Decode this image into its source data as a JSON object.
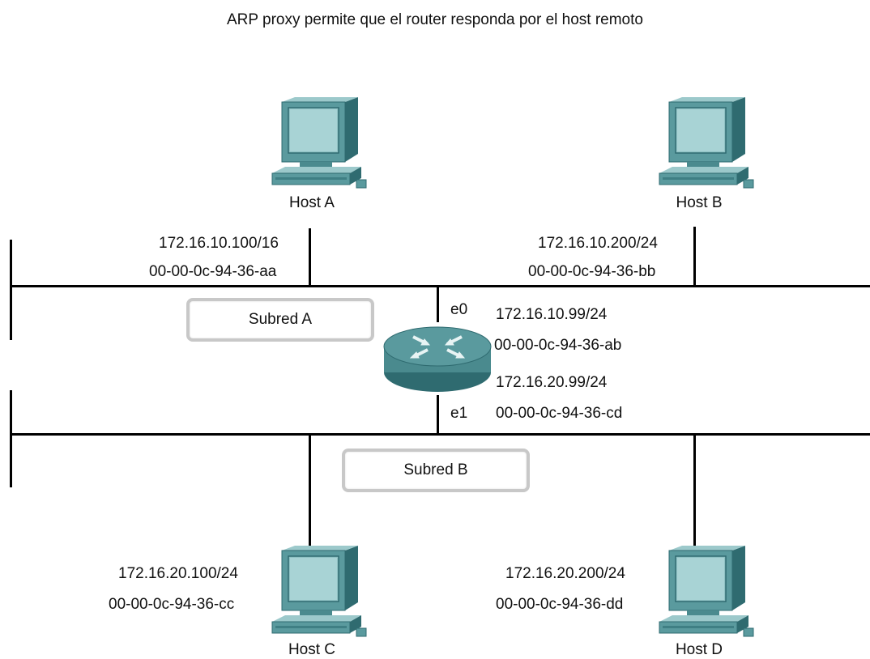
{
  "title": "ARP proxy permite que el router responda por el host remoto",
  "colors": {
    "device": "#5a9a9e",
    "device_dark": "#2f6b70",
    "device_light": "#9cc9cb",
    "line": "#000000",
    "box_border": "#c8c8c8"
  },
  "subnets": {
    "a": {
      "label": "Subred A"
    },
    "b": {
      "label": "Subred B"
    }
  },
  "hosts": {
    "a": {
      "name": "Host A",
      "ip": "172.16.10.100/16",
      "mac": "00-00-0c-94-36-aa"
    },
    "b": {
      "name": "Host B",
      "ip": "172.16.10.200/24",
      "mac": "00-00-0c-94-36-bb"
    },
    "c": {
      "name": "Host C",
      "ip": "172.16.20.100/24",
      "mac": "00-00-0c-94-36-cc"
    },
    "d": {
      "name": "Host D",
      "ip": "172.16.20.200/24",
      "mac": "00-00-0c-94-36-dd"
    }
  },
  "router": {
    "icon": "router-icon",
    "e0": {
      "iface": "e0",
      "ip": "172.16.10.99/24",
      "mac": "00-00-0c-94-36-ab"
    },
    "e1": {
      "iface": "e1",
      "ip": "172.16.20.99/24",
      "mac": "00-00-0c-94-36-cd"
    }
  }
}
